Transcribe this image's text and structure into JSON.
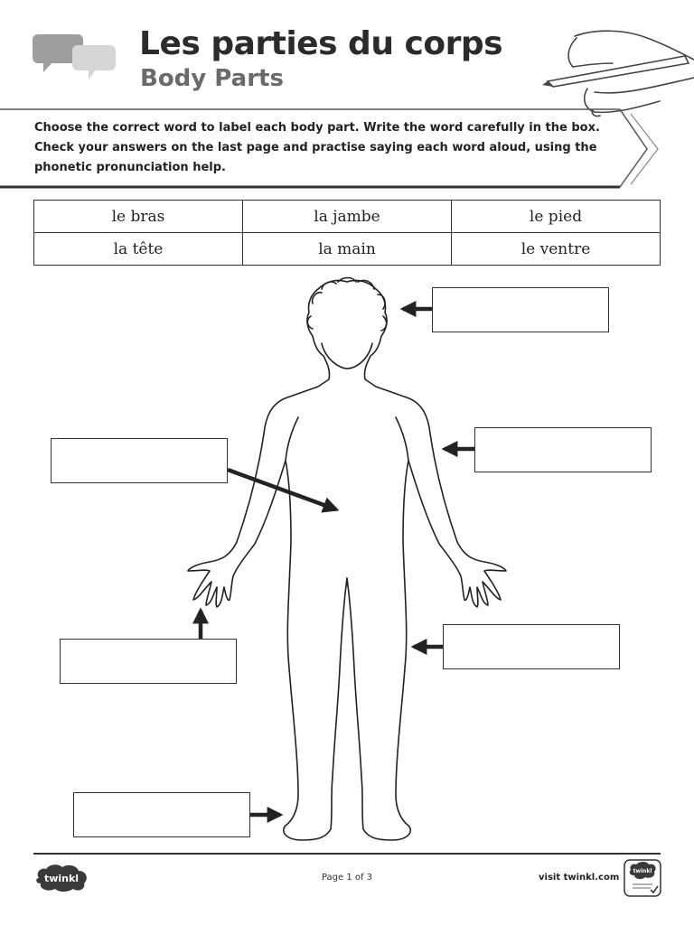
{
  "header": {
    "title": "Les parties du corps",
    "subtitle": "Body Parts"
  },
  "instructions": "Choose the correct word to label each body part. Write the word carefully in the box. Check your answers on the last page and practise saying each word aloud, using the phonetic pronunciation help.",
  "word_bank": [
    [
      "le bras",
      "la jambe",
      "le pied"
    ],
    [
      "la tête",
      "la main",
      "le ventre"
    ]
  ],
  "label_boxes": [
    {
      "id": "head",
      "value": ""
    },
    {
      "id": "arm",
      "value": ""
    },
    {
      "id": "belly",
      "value": ""
    },
    {
      "id": "hand",
      "value": ""
    },
    {
      "id": "leg",
      "value": ""
    },
    {
      "id": "foot",
      "value": ""
    }
  ],
  "footer": {
    "logo_text": "twinkl",
    "page_number": "Page 1 of 3",
    "site": "visit twinkl.com",
    "badge_text": "twinkl"
  },
  "colors": {
    "text": "#222222",
    "subtitle": "#6a6a6a",
    "speech_bubble": "#9e9e9e",
    "logo": "#3a3a3a"
  },
  "icons": [
    "speech-bubbles-icon",
    "pencil-hand-icon",
    "twinkl-logo",
    "quality-badge-icon"
  ]
}
